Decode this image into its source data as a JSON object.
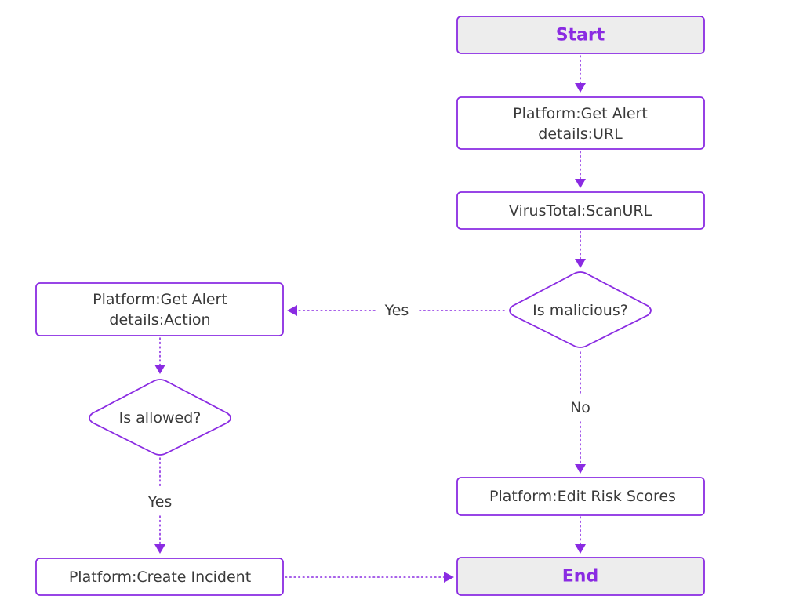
{
  "colors": {
    "accent": "#8a2be2",
    "node_border": "#8a2be2",
    "terminal_fill": "#ededed",
    "terminal_text": "#8a2be2",
    "text": "#3a3a3a",
    "background": "#ffffff"
  },
  "nodes": {
    "start": {
      "label": "Start"
    },
    "get_url": {
      "line1": "Platform:Get Alert",
      "line2": "details:URL"
    },
    "scan_url": {
      "label": "VirusTotal:ScanURL"
    },
    "is_malicious": {
      "label": "Is malicious?"
    },
    "get_action": {
      "line1": "Platform:Get Alert",
      "line2": "details:Action"
    },
    "is_allowed": {
      "label": "Is allowed?"
    },
    "edit_risk": {
      "label": "Platform:Edit Risk Scores"
    },
    "create_incident": {
      "label": "Platform:Create Incident"
    },
    "end": {
      "label": "End"
    }
  },
  "edges": {
    "malicious_yes": {
      "label": "Yes"
    },
    "malicious_no": {
      "label": "No"
    },
    "allowed_yes": {
      "label": "Yes"
    }
  }
}
